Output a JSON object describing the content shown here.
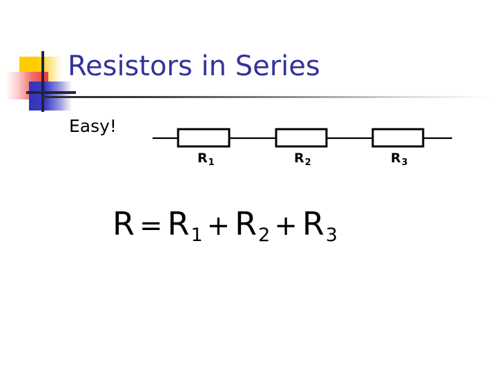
{
  "slide": {
    "title": "Resistors in Series",
    "body_text": "Easy!",
    "title_color": "#333399",
    "body_color": "#000000",
    "background_color": "#ffffff"
  },
  "decoration": {
    "name": "powerpoint-template-mark",
    "yellow_color": "#FFCC00",
    "red_color": "#F0393B",
    "blue_color": "#3333BB",
    "line_color": "#262338"
  },
  "circuit": {
    "type": "series-resistor-network",
    "resistors": [
      {
        "label": "R",
        "subscript": "1"
      },
      {
        "label": "R",
        "subscript": "2"
      },
      {
        "label": "R",
        "subscript": "3"
      }
    ],
    "stroke_color": "#000000"
  },
  "equation": {
    "lhs": "R",
    "equals": "=",
    "terms": [
      {
        "symbol": "R",
        "subscript": "1"
      },
      {
        "symbol": "R",
        "subscript": "2"
      },
      {
        "symbol": "R",
        "subscript": "3"
      }
    ],
    "operator": "+",
    "plain_text": "R = R1 + R2 + R3"
  }
}
